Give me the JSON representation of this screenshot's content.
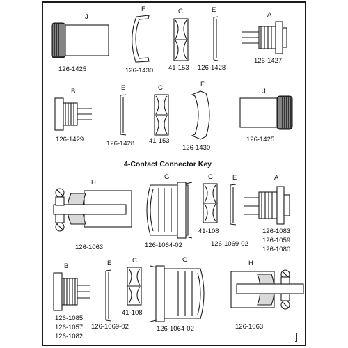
{
  "title": "4-Contact Connector Key",
  "parts": {
    "j_top": {
      "letter": "J",
      "pn": "126-1425"
    },
    "f_top": {
      "letter": "F",
      "pn": "126-1430"
    },
    "c_top": {
      "letter": "C",
      "pn": "41-153"
    },
    "e_top": {
      "letter": "E",
      "pn": "126-1428"
    },
    "a_top": {
      "letter": "A",
      "pn": "126-1427"
    },
    "b_mid": {
      "letter": "B",
      "pn": "126-1429"
    },
    "e_mid": {
      "letter": "E",
      "pn": "126-1428"
    },
    "c_mid": {
      "letter": "C",
      "pn": "41-153"
    },
    "f_mid": {
      "letter": "F",
      "pn": "126-1430"
    },
    "j_mid": {
      "letter": "J",
      "pn": "126-1425"
    },
    "h_r3": {
      "letter": "H",
      "pn": "126-1063"
    },
    "g_r3": {
      "letter": "G",
      "pn": "126-1064-02"
    },
    "c_r3": {
      "letter": "C",
      "pn": "41-108"
    },
    "e_r3": {
      "letter": "E",
      "pn": "126-1069-02"
    },
    "a_r3": {
      "letter": "A",
      "pn1": "126-1083",
      "pn2": "126-1059",
      "pn3": "126-1080"
    },
    "b_r4": {
      "letter": "B",
      "pn1": "126-1085",
      "pn2": "126-1057",
      "pn3": "126-1082"
    },
    "e_r4": {
      "letter": "E",
      "pn": "126-1069-02"
    },
    "c_r4": {
      "letter": "C",
      "pn": "41-108"
    },
    "g_r4": {
      "letter": "G",
      "pn": "126-1064-02"
    },
    "h_r4": {
      "letter": "H",
      "pn": "126-1063"
    }
  },
  "page_mark": "]"
}
